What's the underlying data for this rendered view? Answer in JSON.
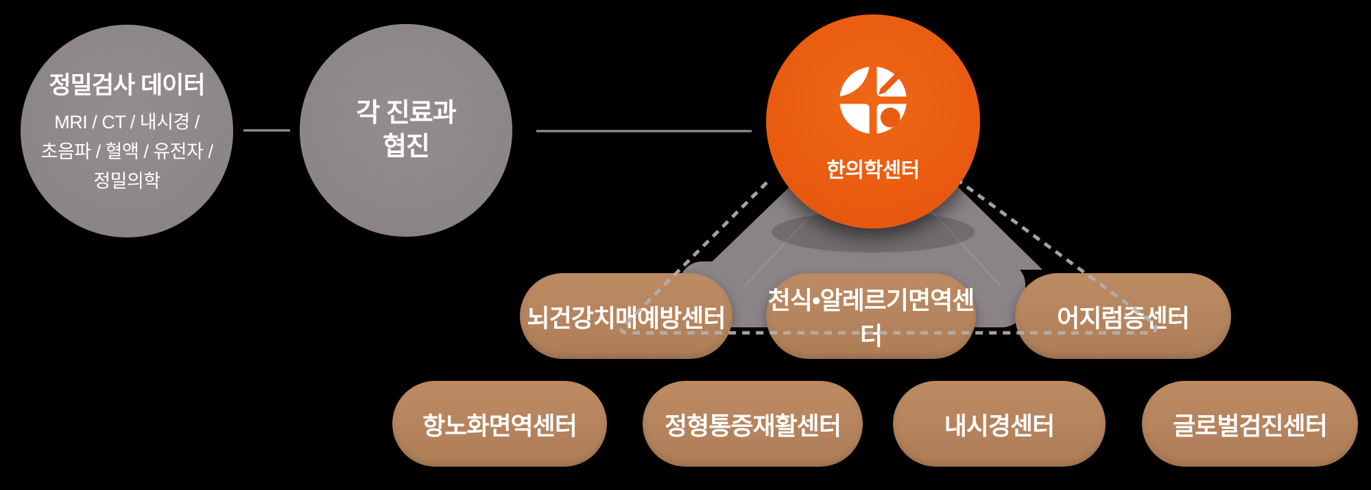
{
  "palette": {
    "background": "#000000",
    "node_gray": "#8d8789",
    "funnel_gray": "#8a8488",
    "accent_orange": "#e95c10",
    "pill_tan": "#b5845e",
    "text_white": "#ffffff",
    "dash_gray": "#b4b0ad"
  },
  "flow": {
    "exam_data": {
      "title": "정밀검사 데이터",
      "lines": [
        "MRI / CT / 내시경 /",
        "초음파 / 혈액 / 유전자 /",
        "정밀의학"
      ]
    },
    "collaboration": {
      "lines": [
        "각 진료과",
        "협진"
      ]
    },
    "hub": {
      "label": "한의학센터",
      "icon": "medical-center-logo-icon"
    }
  },
  "centers": {
    "tier1": [
      {
        "label": "뇌건강치매예방센터"
      },
      {
        "label": "천식•알레르기면역센터"
      },
      {
        "label": "어지럼증센터"
      }
    ],
    "tier2": [
      {
        "label": "항노화면역센터"
      },
      {
        "label": "정형통증재활센터"
      },
      {
        "label": "내시경센터"
      },
      {
        "label": "글로벌검진센터"
      }
    ]
  }
}
